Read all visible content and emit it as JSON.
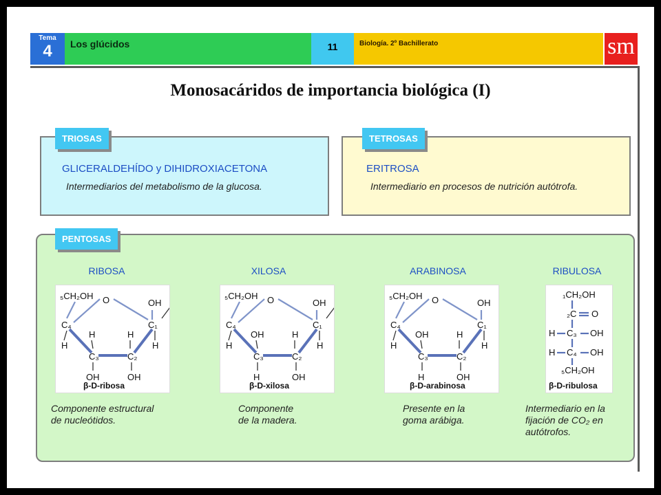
{
  "header": {
    "tema_label": "Tema",
    "tema_number": "4",
    "unit_title": "Los glúcidos",
    "page_number": "11",
    "course": "Biología. 2º Bachillerato",
    "publisher_logo": "sm"
  },
  "title": "Monosacáridos de importancia biológica (I)",
  "triosas": {
    "tag": "TRIOSAS",
    "names": "GLICERALDEHÍDO y DIHIDROXIACETONA",
    "description": "Intermediarios del metabolismo de la glucosa."
  },
  "tetrosas": {
    "tag": "TETROSAS",
    "names": "ERITROSA",
    "description": "Intermediario en procesos de nutrición autótrofa."
  },
  "pentosas": {
    "tag": "PENTOSAS",
    "sugars": [
      {
        "name": "RIBOSA",
        "caption": "β-D-ribosa",
        "desc1": "Componente estructural",
        "desc2": "de nucleótidos."
      },
      {
        "name": "XILOSA",
        "caption": "β-D-xilosa",
        "desc1": "Componente",
        "desc2": "de la madera."
      },
      {
        "name": "ARABINOSA",
        "caption": "β-D-arabinosa",
        "desc1": "Presente en la",
        "desc2": "goma arábiga."
      },
      {
        "name": "RIBULOSA",
        "caption": "β-D-ribulosa",
        "desc1": "Intermediario en la",
        "desc2": "fijación de CO₂ en",
        "desc3": "autótrofos."
      }
    ]
  },
  "colors": {
    "accent_blue": "#1c4ec4",
    "tag_cyan": "#42c7f2",
    "header_green": "#2ecc55",
    "header_yellow": "#f5c800",
    "logo_red": "#e8201e"
  }
}
